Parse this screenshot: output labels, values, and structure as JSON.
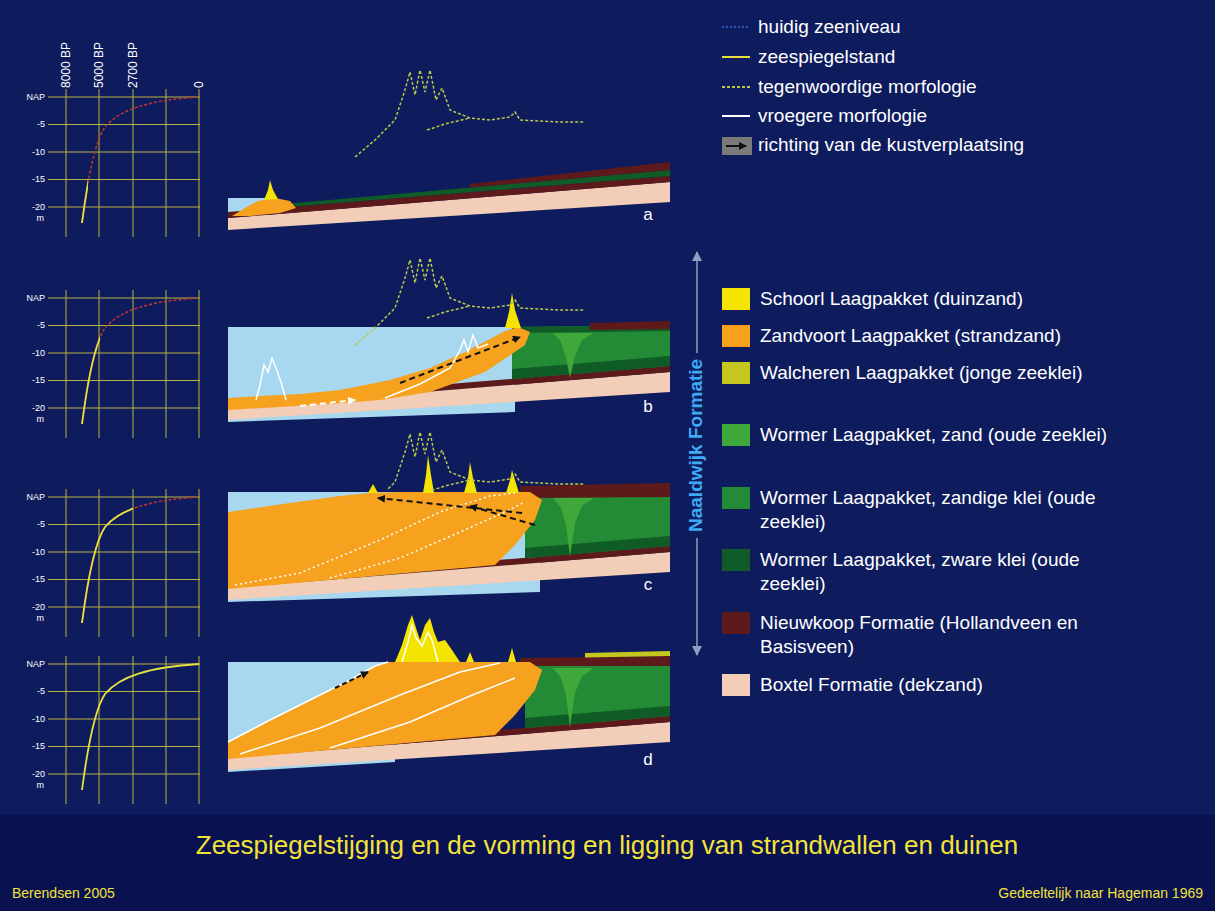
{
  "diagram": {
    "title": "Zeespiegelstijging en de vorming en ligging van strandwallen en duinen",
    "labels": [
      "8000 BP",
      "5000 BP",
      "2700 BP",
      "0",
      "NAP",
      "-5",
      "-10",
      "-15",
      "-20",
      "m",
      "NAP",
      "-5",
      "-10",
      "-15",
      "-20",
      "m",
      "NAP",
      "-5",
      "-10",
      "-15",
      "-20",
      "m",
      "NAP",
      "-5",
      "-10",
      "-15",
      "-20",
      "m",
      "a",
      "b",
      "c",
      "d",
      "Naaldwijk Formatie",
      "Berendsen 2005",
      "Gedeeltelijk naar Hageman 1969"
    ],
    "legend": [
      {
        "text": "huidig zeeniveau"
      },
      {
        "text": "zeespiegelstand"
      },
      {
        "text": "tegenwoordige morfologie"
      },
      {
        "text": "vroegere morfologie"
      },
      {
        "text": "richting van de kustverplaatsing"
      },
      {
        "text": "Schoorl Laagpakket (duinzand)",
        "color": "#f4e400"
      },
      {
        "text": "Zandvoort Laagpakket (strandzand)",
        "color": "#f6a21e"
      },
      {
        "text": "Walcheren Laagpakket (jonge zeeklei)",
        "color": "#c5c71f"
      },
      {
        "text": "Wormer Laagpakket, zand (oude zeeklei)",
        "color": "#40a83a"
      },
      {
        "text": "Wormer Laagpakket, zandige klei (oude zeeklei)",
        "color": "#238a35"
      },
      {
        "text": "Wormer Laagpakket, zware klei (oude zeeklei)",
        "color": "#0f5c26"
      },
      {
        "text": "Nieuwkoop Formatie (Hollandveen en Basisveen)",
        "color": "#5e1a1a"
      },
      {
        "text": "Boxtel Formatie (dekzand)",
        "color": "#f2cdb8"
      }
    ]
  }
}
